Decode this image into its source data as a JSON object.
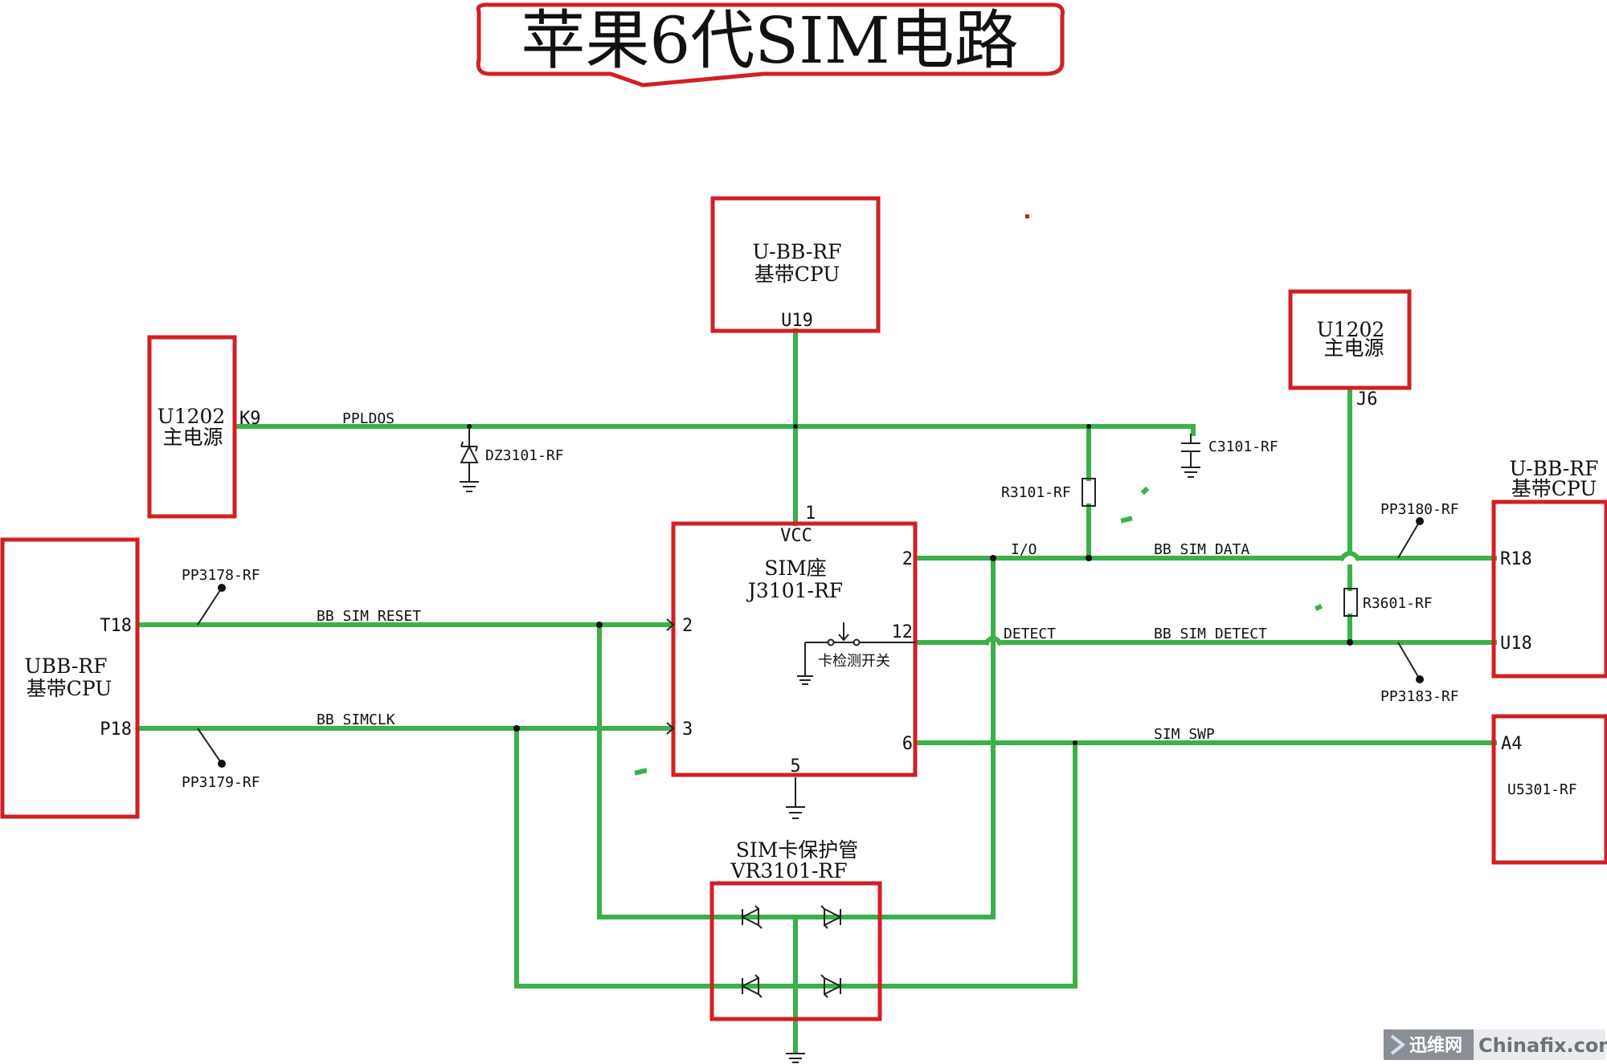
{
  "title": "苹果6代SIM电路",
  "blocks": {
    "bb_top": {
      "line1": "U-BB-RF",
      "line2": "基带CPU",
      "pin": "U19"
    },
    "pmu_left": {
      "line1": "U1202",
      "line2": "主电源",
      "pin": "K9"
    },
    "pmu_right": {
      "line1": "U1202",
      "line2": "主电源",
      "pin": "J6"
    },
    "bb_left": {
      "line1": "UBB-RF",
      "line2": "基带CPU",
      "pin_top": "T18",
      "pin_bottom": "P18"
    },
    "bb_right": {
      "line1": "U-BB-RF",
      "line2": "基带CPU",
      "pin_top": "R18",
      "pin_bottom": "U18"
    },
    "nfc": {
      "pin": "A4",
      "name": "U5301-RF"
    },
    "sim_socket": {
      "line1": "SIM座",
      "line2": "J3101-RF",
      "vcc": "VCC",
      "pin1": "1",
      "pin2_left": "2",
      "pin3": "3",
      "pin2_right": "2",
      "pin12": "12",
      "pin6": "6",
      "pin5": "5",
      "switch_label": "卡检测开关"
    },
    "protector": {
      "line1": "SIM卡保护管",
      "line2": "VR3101-RF"
    }
  },
  "nets": {
    "ppldos": "PPLDOS",
    "io": "I/O",
    "bb_sim_data": "BB SIM DATA",
    "detect": "DETECT",
    "bb_sim_detect": "BB SIM DETECT",
    "bb_sim_reset": "BB SIM RESET",
    "bb_simclk": "BB SIMCLK",
    "sim_swp": "SIM SWP"
  },
  "parts": {
    "dz3101": "DZ3101-RF",
    "c3101": "C3101-RF",
    "r3101": "R3101-RF",
    "r3601": "R3601-RF",
    "pp3178": "PP3178-RF",
    "pp3179": "PP3179-RF",
    "pp3180": "PP3180-RF",
    "pp3183": "PP3183-RF"
  },
  "watermark": {
    "brand": "迅维网",
    "site": "Chinafix.com"
  },
  "colors": {
    "wire": "#3cb04a",
    "box": "#d11f26",
    "ink": "#111111"
  }
}
